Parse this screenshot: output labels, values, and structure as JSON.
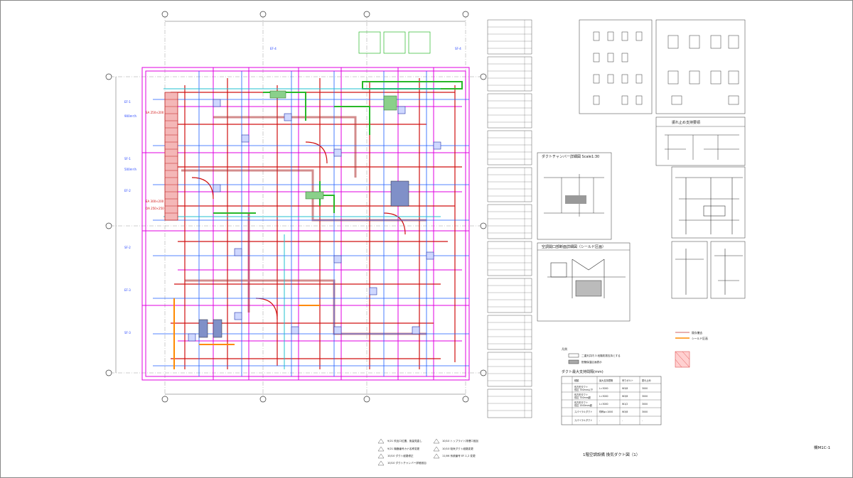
{
  "drawing": {
    "scale_label": "ダクトチャンバー詳細図 Scale1:30",
    "shield_title": "空調開口部断面詳細図（シールド区画）",
    "hanger_title_top": "振れ止め支持要領",
    "duct_spacing_title": "ダクト最大支持間隔(mm)",
    "sheet_title": "1階空調設備 換気ダクト図（1）",
    "sheet_number": "機M1C-1",
    "legend_label_1": "既存撤去",
    "legend_label_2": "シールド区画",
    "notes_header": "凡例",
    "note_1": "二重天井内 3 段階防振支持とする",
    "note_2": "配管保温区画表示",
    "table_head": [
      "種類",
      "",
      "最大支持間隔",
      "吊りボルト",
      "振れ止め"
    ],
    "table_rows": [
      [
        "長方形ダクト",
        "長辺 750mm以下",
        "L=3000",
        "W3/8",
        "3000"
      ],
      [
        "長方形ダクト",
        "長辺 750mm超",
        "L=3000",
        "W3/8",
        "3000"
      ],
      [
        "長方形ダクト",
        "長辺 1500mm超",
        "L=3000",
        "W1/2",
        "3000"
      ],
      [
        "スパイラルダクト",
        "",
        "呼称φ=1000",
        "W3/8",
        "3000"
      ],
      [
        "スパイラルダクト",
        "",
        "-",
        "-",
        "-"
      ]
    ],
    "revisions": [
      "9/21 吹出口位置、風量見直し",
      "9/21 機器番号カナ名称変更",
      "10/10 ダクト経路修正",
      "10/10 ダクトチャンバー詳細追加",
      "10/10 トップライト排煙口追加",
      "10/10 吸気ダクト経路変更",
      "11/06 系統番号 EF-1,2 変更"
    ]
  }
}
